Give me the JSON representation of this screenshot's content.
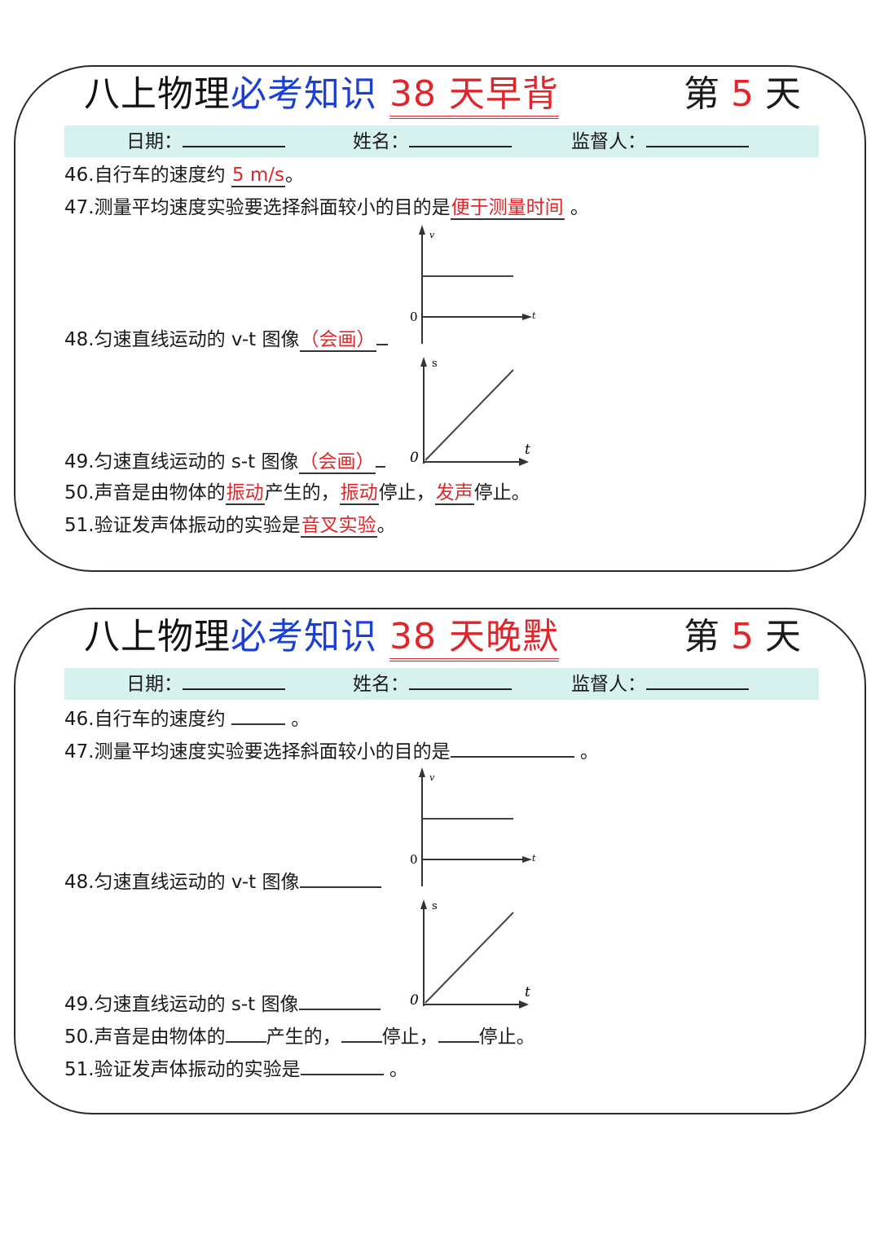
{
  "morning": {
    "title_part1": "八上物理",
    "title_part2": "必考知识",
    "title_part3": "38 天早背",
    "day_prefix": "第",
    "day_num": "5",
    "day_suffix": "天",
    "date_label": "日期：",
    "name_label": "姓名：",
    "supervisor_label": "监督人：",
    "q46": "46.自行车的速度约",
    "a46": "5 m/s",
    "q46_end": "。",
    "q47": "47.测量平均速度实验要选择斜面较小的目的是",
    "a47": "便于测量时间",
    "q47_end": "。",
    "q48": "48.匀速直线运动的 v-t 图像",
    "a48": "（会画）",
    "q49": "49.匀速直线运动的 s-t 图像",
    "a49": "（会画）",
    "q50_a": "50.声音是由物体的",
    "a50_1": "振动",
    "q50_b": "产生的，",
    "a50_2": "振动",
    "q50_c": "停止，",
    "a50_3": "发声",
    "q50_d": "停止。",
    "q51": "51.验证发声体振动的实验是",
    "a51": "音叉实验",
    "q51_end": "。"
  },
  "evening": {
    "title_part1": "八上物理",
    "title_part2": "必考知识",
    "title_part3": "38 天晚默",
    "day_prefix": "第",
    "day_num": "5",
    "day_suffix": "天",
    "date_label": "日期：",
    "name_label": "姓名：",
    "supervisor_label": "监督人：",
    "q46": "46.自行车的速度约",
    "q46_end": "。",
    "q47": "47.测量平均速度实验要选择斜面较小的目的是",
    "q47_end": "。",
    "q48": "48.匀速直线运动的 v-t 图像",
    "q49": "49.匀速直线运动的 s-t 图像",
    "q50_a": "50.声音是由物体的",
    "q50_b": "产生的，",
    "q50_c": "停止，",
    "q50_d": "停止。",
    "q51": "51.验证发声体振动的实验是",
    "q51_end": "。"
  },
  "graphs": {
    "vt_axis_y": "v",
    "vt_axis_x": "t",
    "vt_origin": "0",
    "st_axis_y": "s",
    "st_axis_x": "t",
    "st_origin": "0"
  },
  "colors": {
    "accent_red": "#e0262a",
    "accent_blue": "#1a3fd6",
    "info_bar": "#d6f1ee"
  }
}
